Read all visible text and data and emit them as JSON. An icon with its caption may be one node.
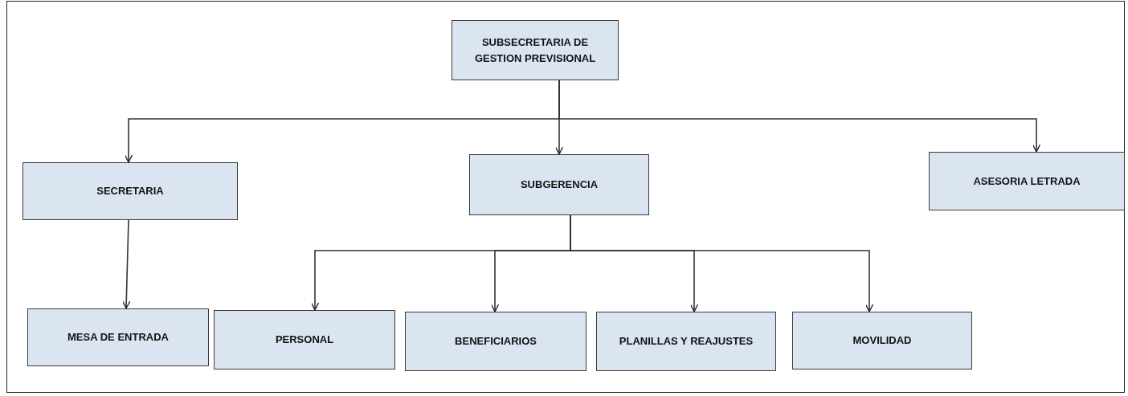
{
  "diagram": {
    "nodes": [
      {
        "text": [
          "SUBSECRETARIA DE GESTION PREVISIONAL"
        ]
      },
      {
        "text": [
          "SECRETARIA"
        ]
      },
      {
        "text": [
          "SUBGERENCIA"
        ]
      },
      {
        "text": [
          "ASESORIA LETRADA"
        ]
      },
      {
        "text": [
          "MESA DE ENTRADA"
        ]
      },
      {
        "text": [
          "PERSONAL"
        ]
      },
      {
        "text": [
          "BENEFICIARIOS"
        ]
      },
      {
        "text": [
          "PLANILLAS Y REAJUSTES"
        ]
      },
      {
        "text": [
          "MOVILIDAD"
        ]
      }
    ],
    "edges": [
      {
        "from": 0,
        "to": 1,
        "arrow": "to"
      },
      {
        "from": 0,
        "to": 2,
        "arrow": "to"
      },
      {
        "from": 0,
        "to": 3,
        "arrow": "to"
      },
      {
        "from": 1,
        "to": 4,
        "arrow": "to"
      },
      {
        "from": 2,
        "to": 5,
        "arrow": "to"
      },
      {
        "from": 2,
        "to": 6,
        "arrow": "to"
      },
      {
        "from": 2,
        "to": 7,
        "arrow": "to"
      },
      {
        "from": 2,
        "to": 8,
        "arrow": "to"
      }
    ]
  }
}
